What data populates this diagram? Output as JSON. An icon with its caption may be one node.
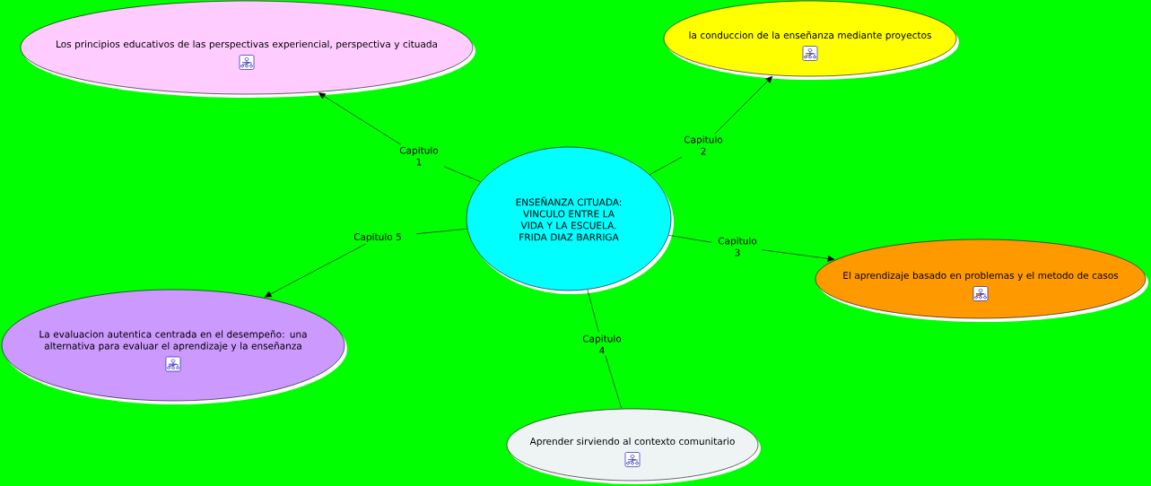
{
  "diagram": {
    "nodes": [
      {
        "text": [
          "ENSEÑANZA CITUADA: VINCULO ENTRE LA VIDA Y LA ESCUELA. FRIDA DIAZ BARRIGA"
        ]
      },
      {
        "text": [
          "Los principios educativos de las perspectivas experiencial, perspectiva y cituada"
        ]
      },
      {
        "text": [
          "la conduccion de la enseñanza mediante proyectos"
        ]
      },
      {
        "text": [
          "El aprendizaje basado en problemas y el metodo de casos"
        ]
      },
      {
        "text": [
          "La evaluacion autentica centrada en el desempeño: una alternativa para evaluar el aprendizaje y la enseñanza"
        ]
      },
      {
        "text": [
          "Aprender sirviendo al contexto comunitario"
        ]
      },
      {
        "text": [
          "Capitulo 1"
        ]
      },
      {
        "text": [
          "Capitulo 2"
        ]
      },
      {
        "text": [
          "Capitulo 3"
        ]
      },
      {
        "text": [
          "Capitulo 4"
        ]
      },
      {
        "text": [
          "Capitulo 5"
        ]
      }
    ],
    "edges": [
      {
        "from": 0,
        "to": 6,
        "arrow": "none"
      },
      {
        "from": 6,
        "to": 1,
        "arrow": "to"
      },
      {
        "from": 0,
        "to": 7,
        "arrow": "none"
      },
      {
        "from": 7,
        "to": 2,
        "arrow": "to"
      },
      {
        "from": 0,
        "to": 8,
        "arrow": "none"
      },
      {
        "from": 8,
        "to": 3,
        "arrow": "to"
      },
      {
        "from": 0,
        "to": 9,
        "arrow": "none"
      },
      {
        "from": 9,
        "to": 5,
        "arrow": "none"
      },
      {
        "from": 0,
        "to": 10,
        "arrow": "none"
      },
      {
        "from": 10,
        "to": 4,
        "arrow": "to"
      }
    ]
  }
}
